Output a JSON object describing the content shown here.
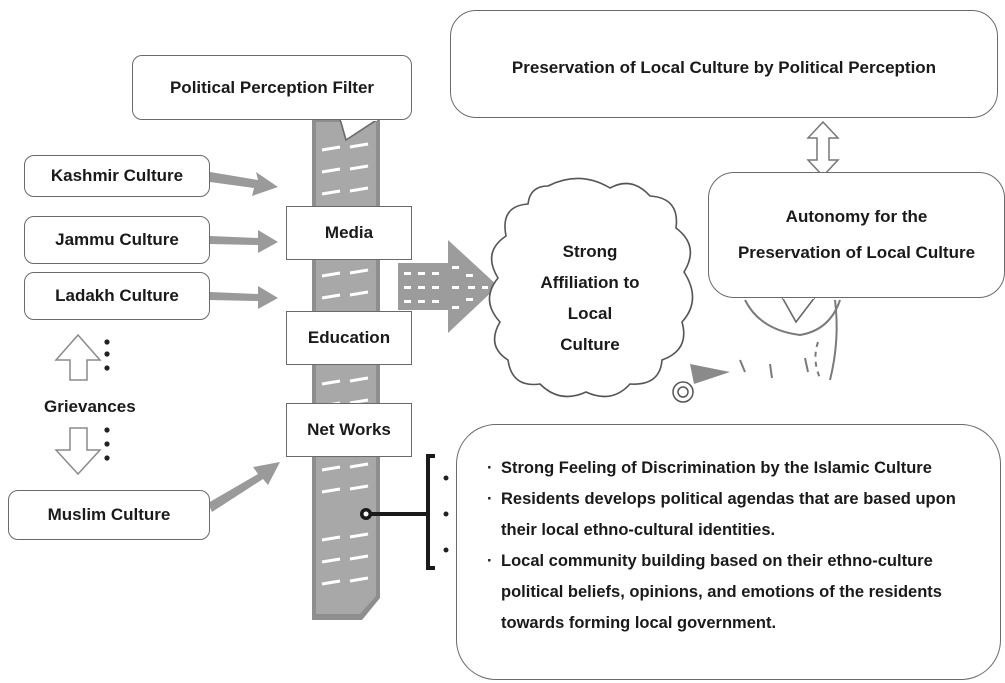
{
  "filter": {
    "title": "Political Perception Filter",
    "channels": [
      "Media",
      "Education",
      "Net Works"
    ]
  },
  "cultures": [
    "Kashmir Culture",
    "Jammu Culture",
    "Ladakh Culture",
    "Muslim Culture"
  ],
  "grievances": "Grievances",
  "affiliation": {
    "text": "Strong Affiliation to Local Culture",
    "lines": [
      "Strong",
      "Affiliation to",
      "Local",
      "Culture"
    ]
  },
  "preservation": "Preservation of Local Culture by Political Perception",
  "autonomy": {
    "line1": "Autonomy for the",
    "line2": "Preservation of Local Culture"
  },
  "findings": [
    "Strong Feeling of Discrimination by the Islamic Culture",
    "Residents develops political agendas that are based upon their local ethno-cultural identities.",
    "Local community building based on their ethno-culture political beliefs, opinions, and emotions of the residents towards forming local government."
  ],
  "colors": {
    "arrow": "#9a9a9a",
    "filter": "#909090",
    "border": "#6a6a6a"
  }
}
